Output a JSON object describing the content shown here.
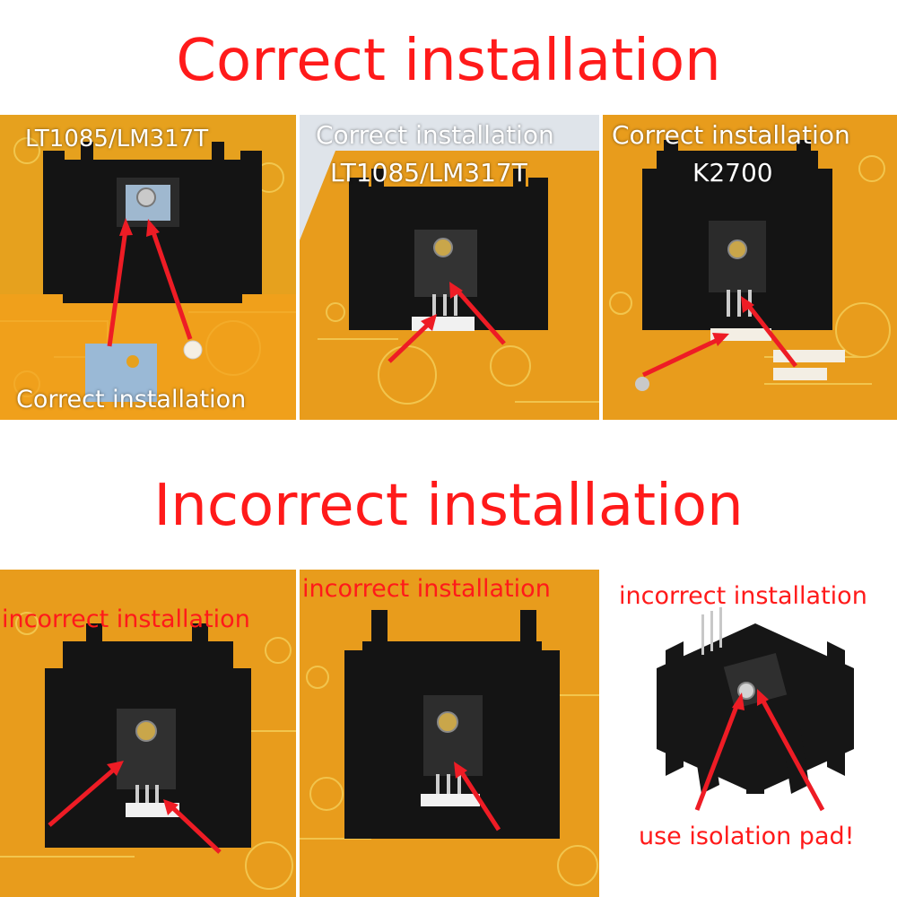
{
  "headings": {
    "correct": "Correct installation",
    "incorrect": "Incorrect installation"
  },
  "top_panels": {
    "p1": {
      "label": "LT1085/LM317T",
      "bottom_label": "Correct installation"
    },
    "p2": {
      "line1": "Correct installation",
      "line2": "LT1085/LM317T"
    },
    "p3": {
      "line1": "Correct installation",
      "line2": "K2700"
    }
  },
  "bottom_panels": {
    "p1": {
      "label": "incorrect installation"
    },
    "p2": {
      "label": "incorrect installation"
    },
    "p3": {
      "label": "incorrect installation",
      "note": "use isolation pad!"
    }
  },
  "colors": {
    "heading": "#ff1a1a",
    "pcb": "#e8a21c",
    "pcb_trace": "#f2c64a",
    "heatsink": "#151515",
    "arrow": "#ee1c25"
  }
}
